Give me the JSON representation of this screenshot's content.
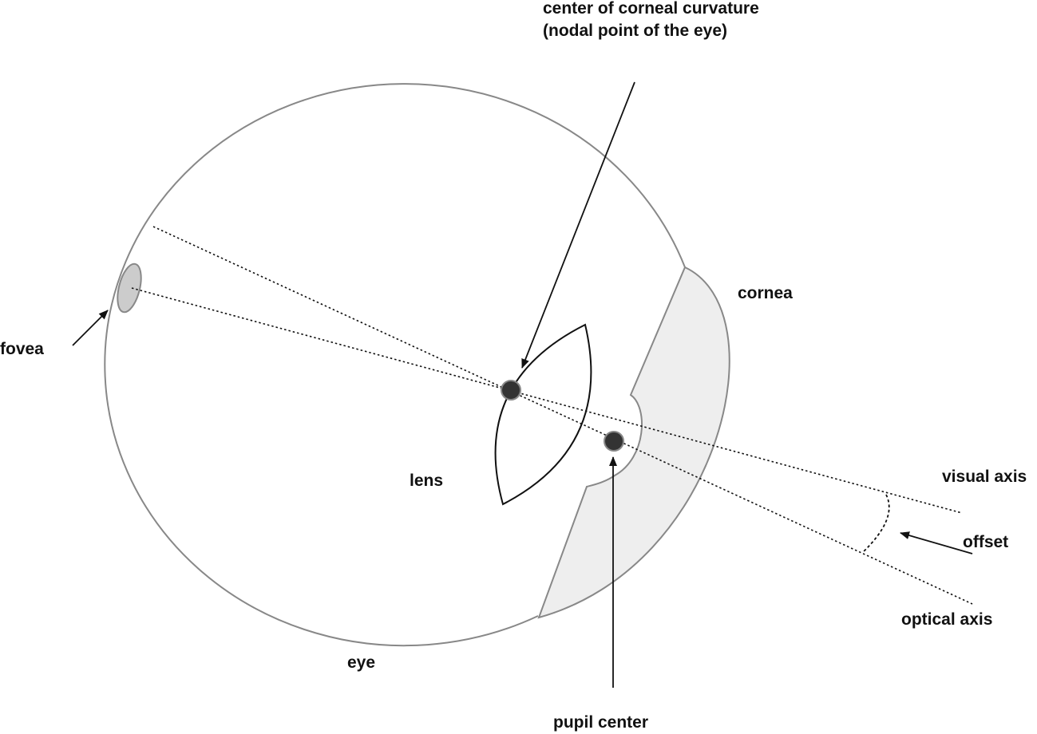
{
  "labels": {
    "corneal_center_line1": "center of corneal curvature",
    "corneal_center_line2": "(nodal point of the eye)",
    "cornea": "cornea",
    "fovea": "fovea",
    "lens": "lens",
    "visual_axis": "visual axis",
    "offset": "offset",
    "optical_axis": "optical axis",
    "eye": "eye",
    "pupil_center": "pupil center"
  },
  "colors": {
    "outline": "#888888",
    "ink": "#111111",
    "cornea_fill": "#eeeeee",
    "fovea_fill": "#cccccc",
    "point_fill": "#333333"
  }
}
